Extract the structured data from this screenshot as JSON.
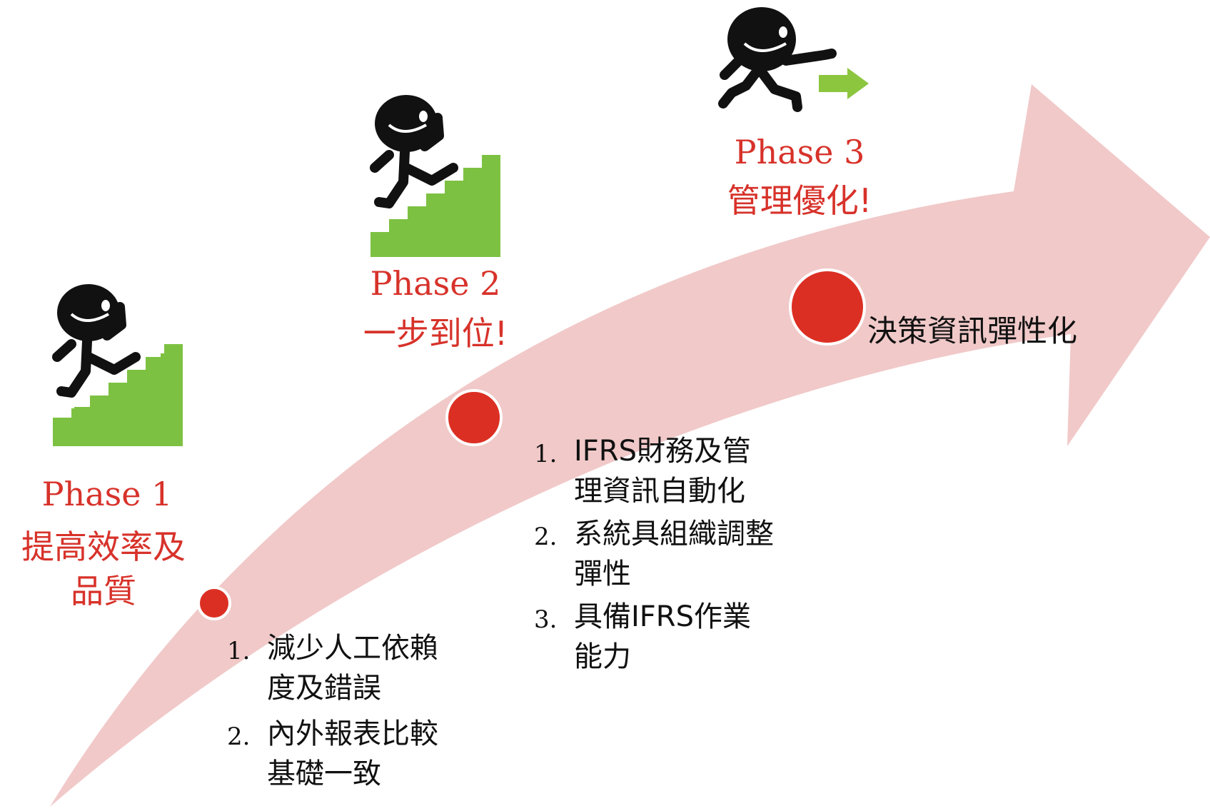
{
  "phases": [
    {
      "title": "Phase 1",
      "subtitle_lines": [
        "提高效率及",
        "品質"
      ],
      "items": [
        {
          "num": "1.",
          "lines": [
            "減少人工依賴",
            "度及錯誤"
          ]
        },
        {
          "num": "2.",
          "lines": [
            "內外報表比較",
            "基礎一致"
          ]
        }
      ]
    },
    {
      "title": "Phase 2",
      "subtitle_lines": [
        "一步到位!"
      ],
      "items": [
        {
          "num": "1.",
          "lines": [
            "IFRS財務及管",
            "理資訊自動化"
          ]
        },
        {
          "num": "2.",
          "lines": [
            "系統具組織調整",
            "彈性"
          ]
        },
        {
          "num": "3.",
          "lines": [
            "具備IFRS作業",
            "能力"
          ]
        }
      ]
    },
    {
      "title": "Phase 3",
      "subtitle_lines": [
        "管理優化!"
      ],
      "goal": "決策資訊彈性化"
    }
  ],
  "colors": {
    "arrow": "#f1c9c9",
    "milestone": "#dc2f23",
    "phase_text": "#d7322a",
    "stairs": "#7dc142",
    "figure": "#111111",
    "green_arrow": "#8cc63f"
  },
  "icons": [
    "stairs-runner-icon",
    "stairs-runner-icon",
    "pointing-runner-icon"
  ]
}
